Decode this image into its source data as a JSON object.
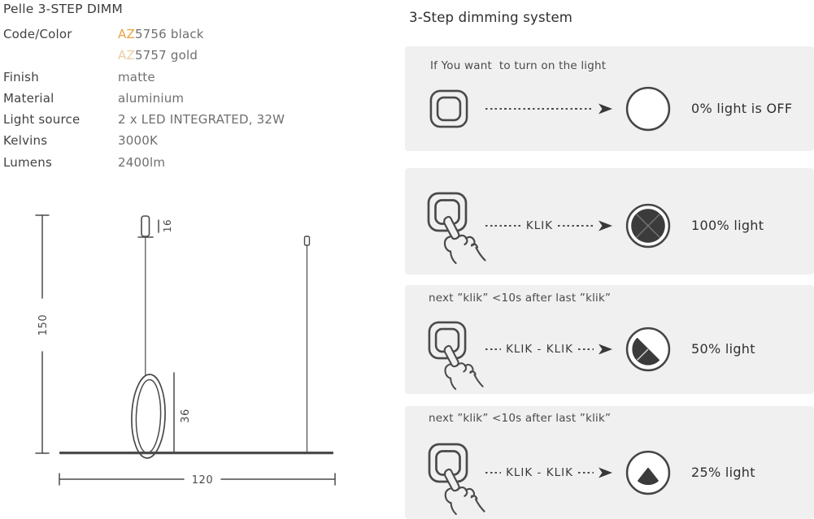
{
  "product": {
    "title": "Pelle 3-STEP DIMM",
    "rows": [
      {
        "label": "Code/Color",
        "code": "AZ",
        "code_color": "#e8a23c",
        "text": "5756 black"
      },
      {
        "label": "",
        "code": "AZ",
        "code_color": "#edcba2",
        "text": "5757 gold"
      },
      {
        "label": "Finish",
        "code": "",
        "code_color": "",
        "text": "matte"
      },
      {
        "label": "Material",
        "code": "",
        "code_color": "",
        "text": "aluminium"
      },
      {
        "label": "Light source",
        "code": "",
        "code_color": "",
        "text": "2 x LED INTEGRATED, 32W"
      },
      {
        "label": "Kelvins",
        "code": "",
        "code_color": "",
        "text": "3000K"
      },
      {
        "label": "Lumens",
        "code": "",
        "code_color": "",
        "text": "2400lm"
      }
    ]
  },
  "drawing": {
    "dim_drop_height": "150",
    "dim_canopy_height": "16",
    "dim_ring_height": "36",
    "dim_width": "120"
  },
  "dimming": {
    "title": "3-Step dimming system",
    "accent_dark": "#3b3b3b",
    "panel_bg": "#f1f0f0",
    "panels": [
      {
        "header": "If You want  to turn on the light",
        "klik": "",
        "result": "0% light is OFF",
        "state": "off"
      },
      {
        "header": "",
        "klik": "KLIK",
        "result": "100% light",
        "state": "100"
      },
      {
        "header": "next ”klik” <10s after last ”klik”",
        "klik": "KLIK - KLIK",
        "result": "50% light",
        "state": "50"
      },
      {
        "header": "next ”klik” <10s after last ”klik”",
        "klik": "KLIK - KLIK",
        "result": "25% light",
        "state": "25"
      }
    ]
  }
}
